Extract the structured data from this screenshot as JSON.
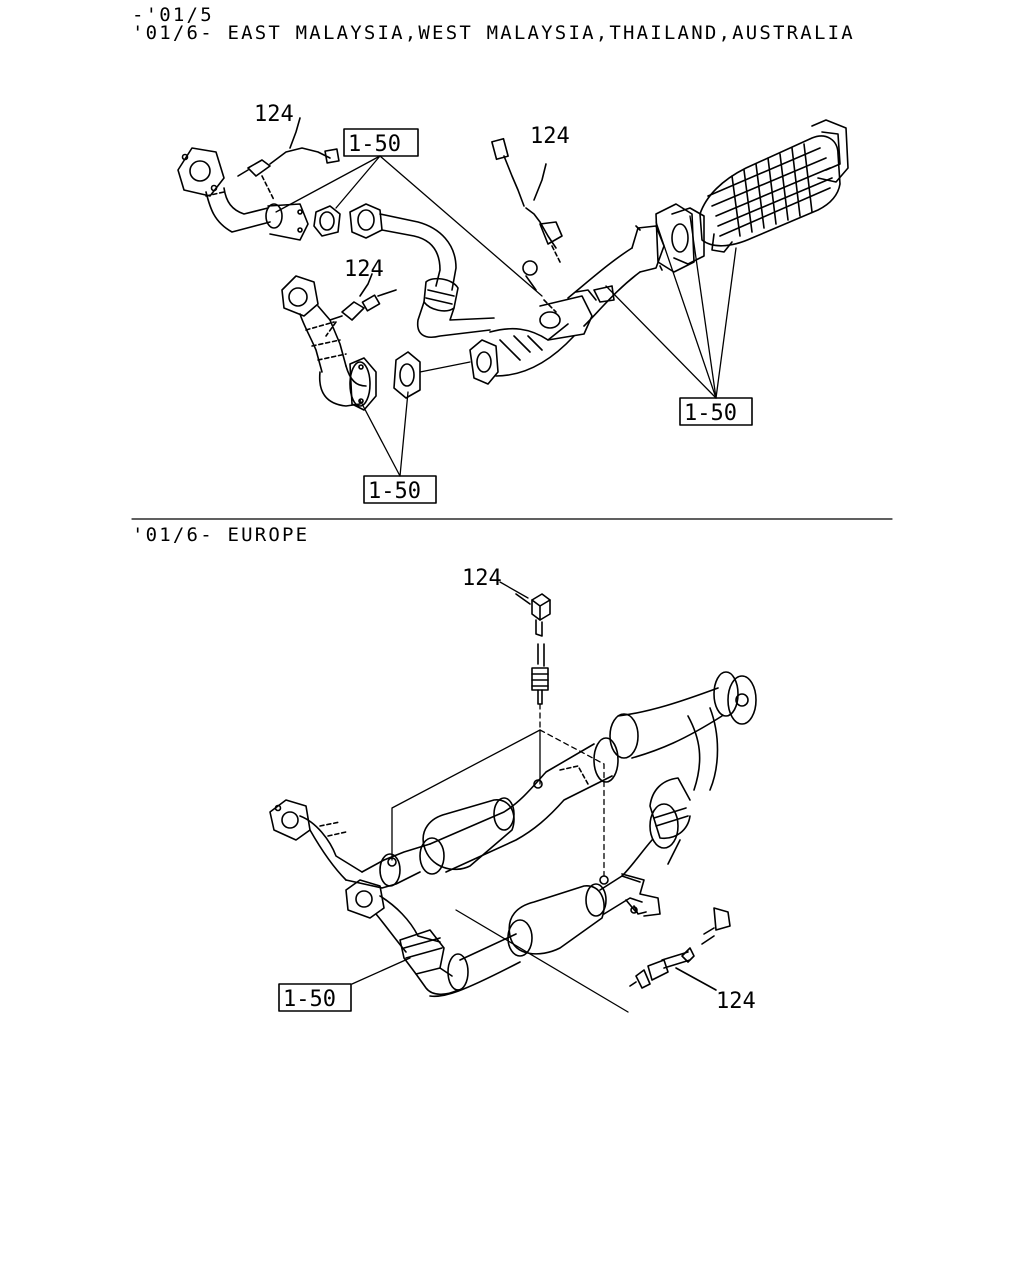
{
  "header": {
    "line1": "-'01/5",
    "line2": "'01/6- EAST MALAYSIA,WEST MALAYSIA,THAILAND,AUSTRALIA"
  },
  "section2": {
    "title": "'01/6- EUROPE"
  },
  "callouts": {
    "sensor": "124",
    "ref": "1-50"
  },
  "colors": {
    "ink": "#000000",
    "background": "#ffffff"
  }
}
